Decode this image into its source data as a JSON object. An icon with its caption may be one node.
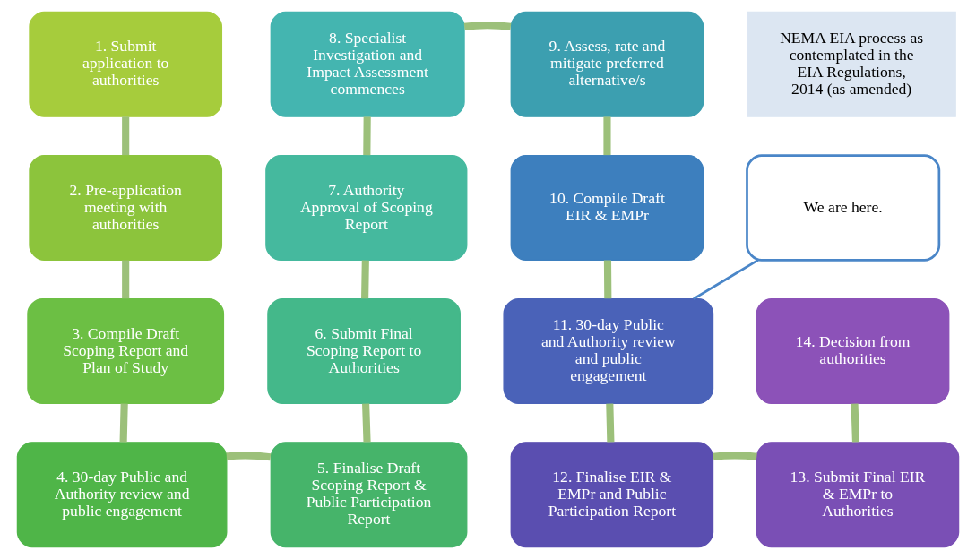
{
  "diagram": {
    "nodes": [
      {
        "text": [
          "1. Submit application to authorities"
        ]
      },
      {
        "text": [
          "2. Pre-application meeting with authorities"
        ]
      },
      {
        "text": [
          "3. Compile Draft Scoping Report and Plan of Study"
        ]
      },
      {
        "text": [
          "4. 30-day Public and Authority review and public engagement"
        ]
      },
      {
        "text": [
          "5. Finalise Draft Scoping Report & Public Participation Report"
        ]
      },
      {
        "text": [
          "6. Submit Final Scoping Report to Authorities"
        ]
      },
      {
        "text": [
          "7. Authority Approval of Scoping Report"
        ]
      },
      {
        "text": [
          "8. Specialist Investigation and Impact Assessment commences"
        ]
      },
      {
        "text": [
          "9. Assess, rate and mitigate preferred alternative/s"
        ]
      },
      {
        "text": [
          "10. Compile Draft EIR & EMPr"
        ]
      },
      {
        "text": [
          "11. 30-day Public and Authority review and public engagement"
        ]
      },
      {
        "text": [
          "12. Finalise EIR & EMPr and Public Participation Report"
        ]
      },
      {
        "text": [
          "13. Submit Final EIR & EMPr to Authorities"
        ]
      },
      {
        "text": [
          "14. Decision from authorities"
        ]
      },
      {
        "text": [
          "NEMA EIA process as contemplated in the EIA Regulations, 2014 (as amended)"
        ]
      },
      {
        "text": [
          "We are here."
        ]
      }
    ],
    "edges": [
      {
        "from": 0,
        "to": 1,
        "arrow": "none"
      },
      {
        "from": 1,
        "to": 2,
        "arrow": "none"
      },
      {
        "from": 2,
        "to": 3,
        "arrow": "none"
      },
      {
        "from": 3,
        "to": 4,
        "arrow": "none"
      },
      {
        "from": 4,
        "to": 5,
        "arrow": "none"
      },
      {
        "from": 5,
        "to": 6,
        "arrow": "none"
      },
      {
        "from": 6,
        "to": 7,
        "arrow": "none"
      },
      {
        "from": 7,
        "to": 8,
        "arrow": "none"
      },
      {
        "from": 8,
        "to": 9,
        "arrow": "none"
      },
      {
        "from": 9,
        "to": 10,
        "arrow": "none"
      },
      {
        "from": 10,
        "to": 11,
        "arrow": "none"
      },
      {
        "from": 11,
        "to": 12,
        "arrow": "none"
      },
      {
        "from": 12,
        "to": 13,
        "arrow": "none"
      },
      {
        "from": 15,
        "to": 10,
        "arrow": "none",
        "color": "#4a86c8"
      }
    ]
  }
}
